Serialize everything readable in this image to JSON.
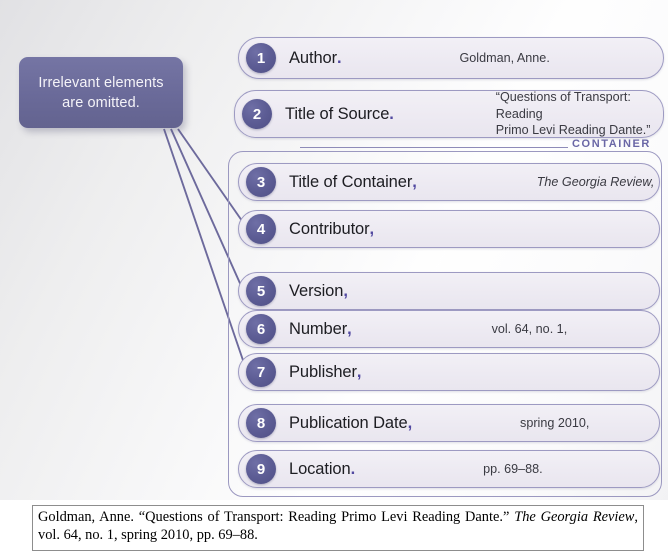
{
  "callout": {
    "line1": "Irrelevant elements",
    "line2": "are omitted."
  },
  "container": {
    "label": "CONTAINER"
  },
  "rows": [
    {
      "num": "1",
      "label": "Author",
      "punct": ".",
      "value": "Goldman, Anne.",
      "italic": false
    },
    {
      "num": "2",
      "label": "Title of Source",
      "punct": ".",
      "value": "“Questions of Transport: Reading\nPrimo Levi Reading Dante.”",
      "italic": false
    },
    {
      "num": "3",
      "label": "Title of Container",
      "punct": ",",
      "value": "The Georgia Review,",
      "italic": true
    },
    {
      "num": "4",
      "label": "Contributor",
      "punct": ",",
      "value": "",
      "italic": false
    },
    {
      "num": "5",
      "label": "Version",
      "punct": ",",
      "value": "",
      "italic": false
    },
    {
      "num": "6",
      "label": "Number",
      "punct": ",",
      "value": "vol. 64, no. 1,",
      "italic": false
    },
    {
      "num": "7",
      "label": "Publisher",
      "punct": ",",
      "value": "",
      "italic": false
    },
    {
      "num": "8",
      "label": "Publication Date",
      "punct": ",",
      "value": "spring 2010,",
      "italic": false
    },
    {
      "num": "9",
      "label": "Location",
      "punct": ".",
      "value": "pp. 69–88.",
      "italic": false
    }
  ],
  "citation": {
    "part1": "Goldman, Anne. “Questions of Transport: Reading Primo Levi Reading Dante.” ",
    "italic1": "The Georgia Review",
    "part2": ", vol. 64, no. 1, spring 2010, pp. 69–88."
  },
  "colors": {
    "badge": "#5d5d95",
    "pill_fill": "#edeaf2",
    "pill_border": "#9d9ac2",
    "callout_bg": "#6a6a99",
    "accent_punct": "#5148a0",
    "container_label": "#6a67a6"
  }
}
